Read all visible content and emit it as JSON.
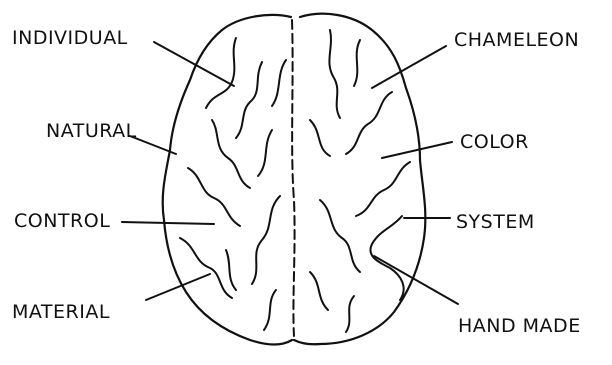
{
  "labels": {
    "individual": "INDIVIDUAL",
    "natural": "NATURAL",
    "control": "CONTROL",
    "material": "MATERIAL",
    "chameleon": "CHAMELEON",
    "color": "COLOR",
    "system": "SYSTEM",
    "handmade": "HAND MADE"
  },
  "colors": {
    "ink": "#111111",
    "background": "#ffffff"
  }
}
